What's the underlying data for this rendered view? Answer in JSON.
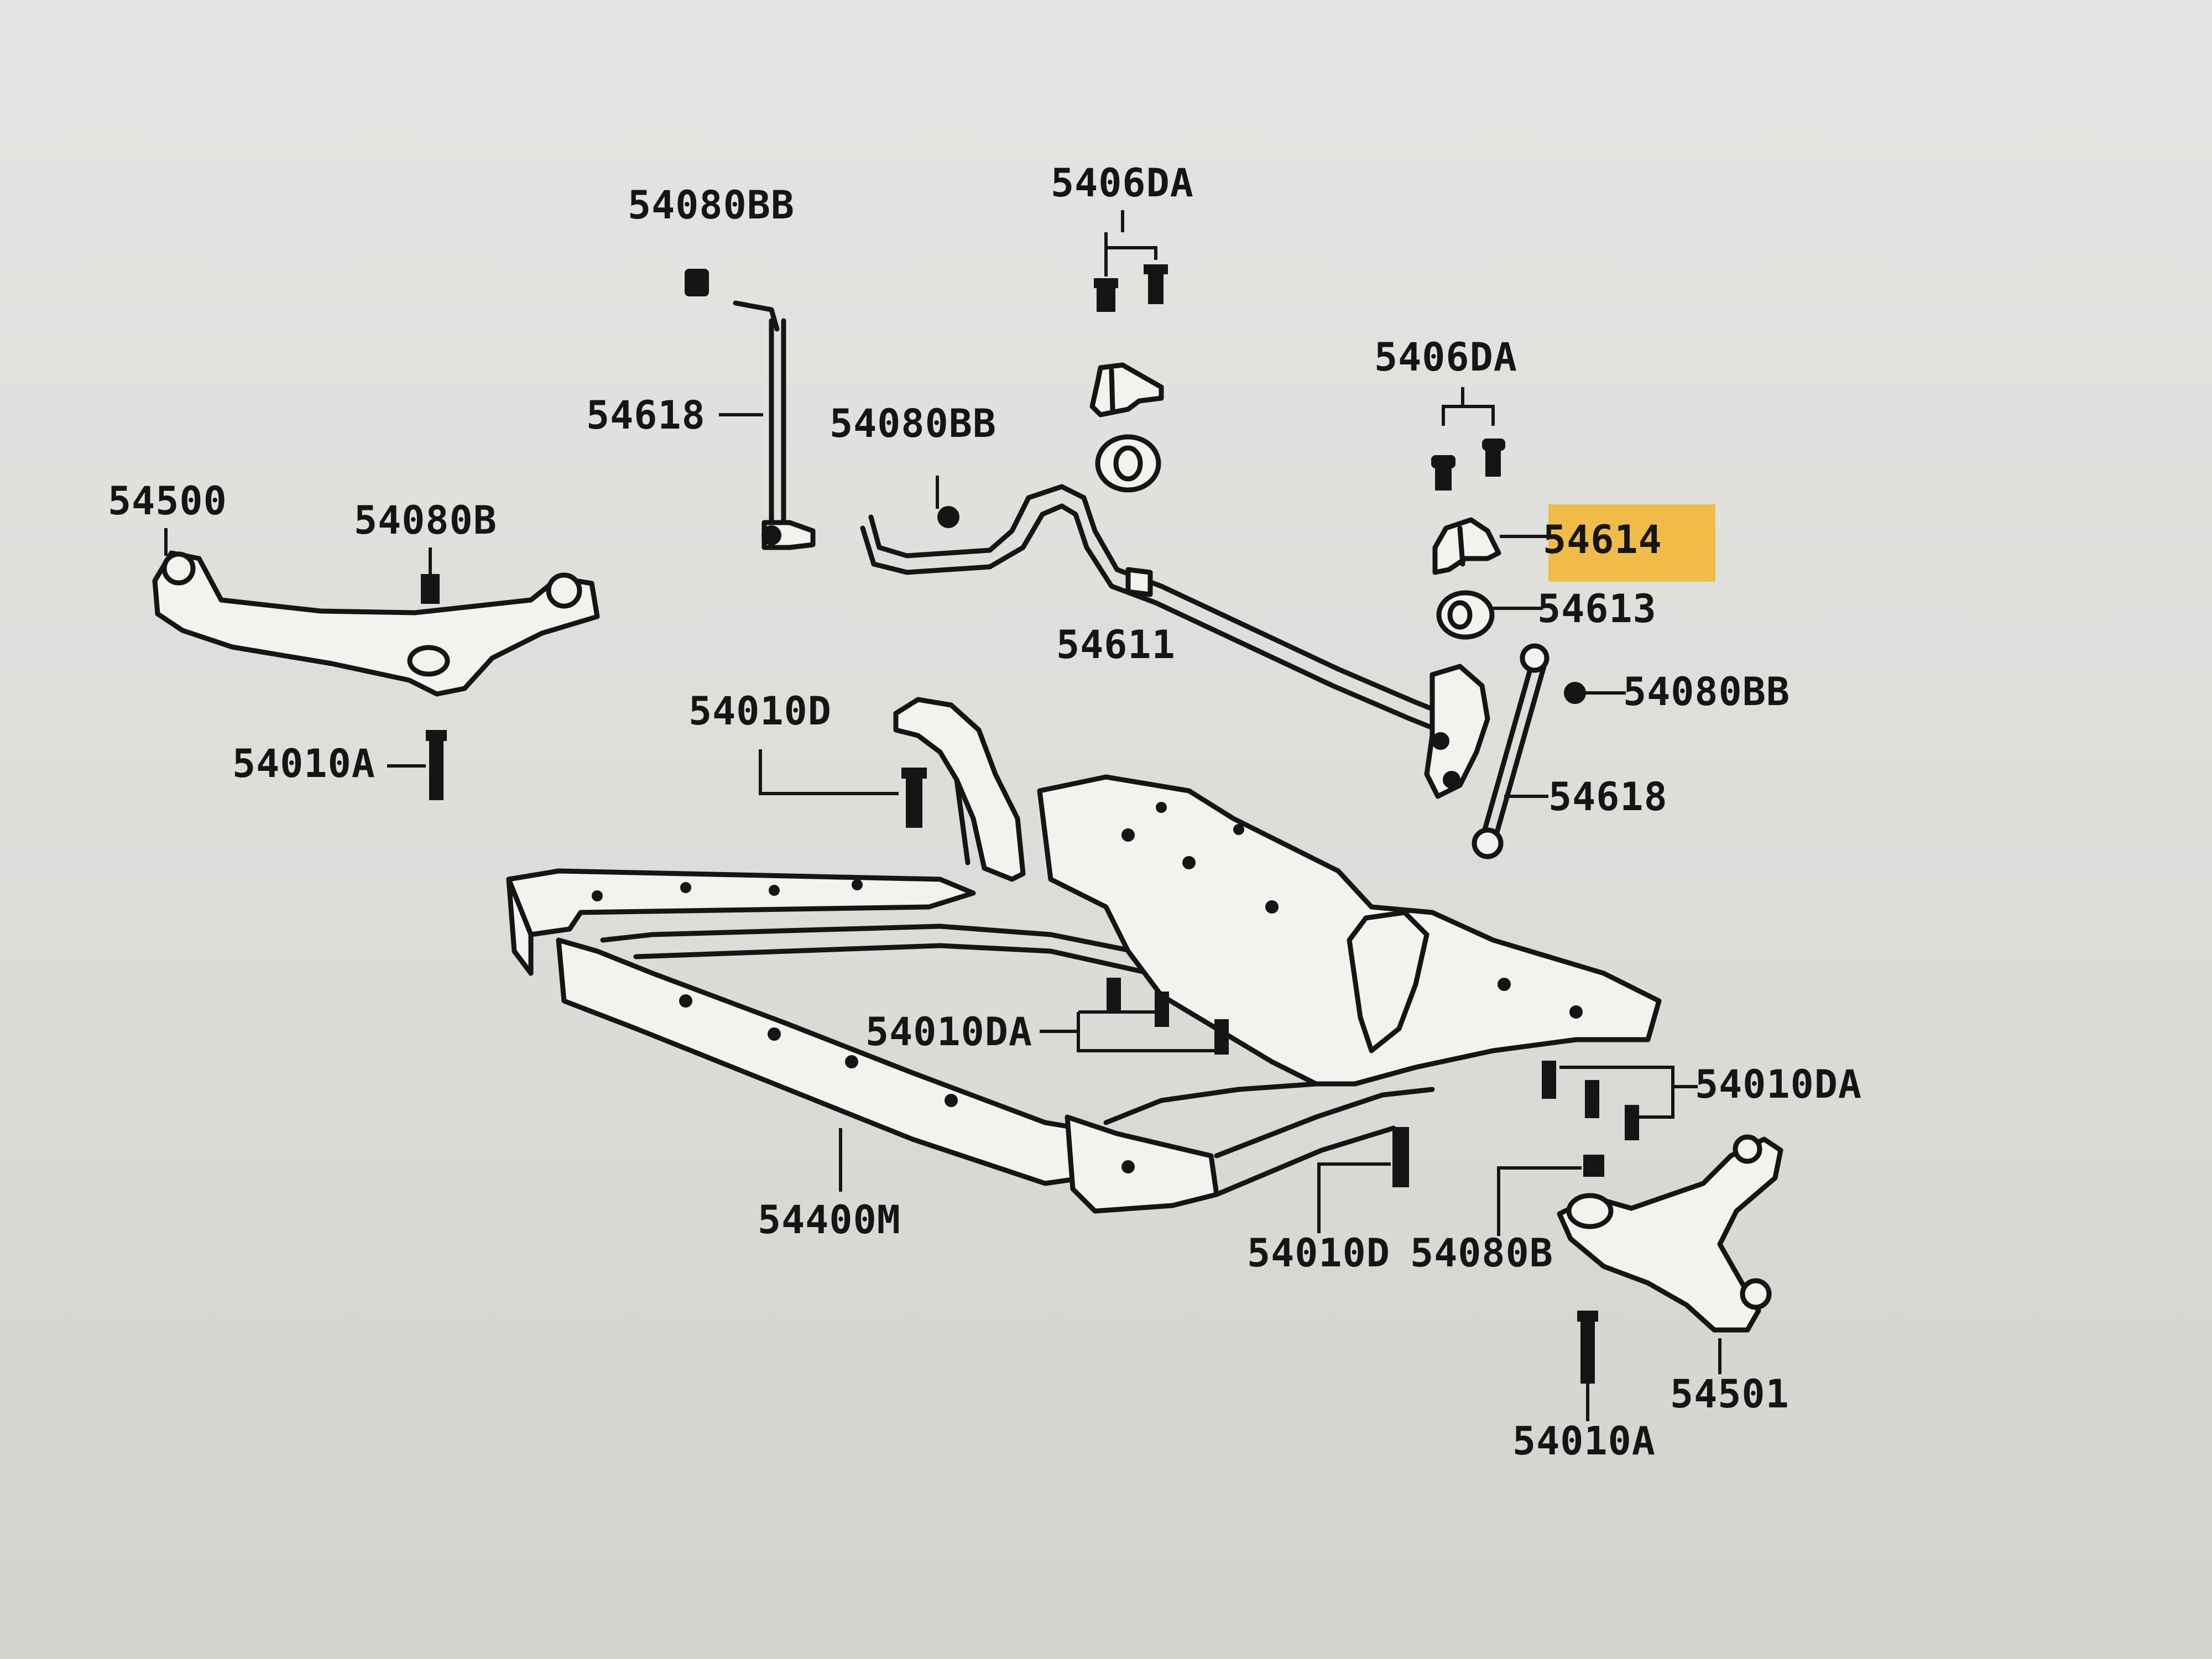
{
  "colors": {
    "background": "#dcdcd8",
    "ink": "#151515",
    "highlight": "#f2b631"
  },
  "labels": {
    "bolt_top": "54080BB",
    "bolt_mid": "54080BB",
    "bolt_right": "54080BB",
    "clamp_top": "5406DA",
    "clamp_right": "5406DA",
    "link_left": "54618",
    "link_right": "54618",
    "arm_left": "54500",
    "arm_left_bolt": "54080B",
    "arm_left_bolt_lower": "54010A",
    "bracket_highlighted": "54614",
    "bushing": "54613",
    "stabilizer_bar": "54611",
    "bolt_member_top": "54010D",
    "bolts_member_center": "54010DA",
    "bolts_member_right": "54010DA",
    "member": "54400M",
    "bolt_member_bottom": "54010D",
    "arm_right_bolt": "54080B",
    "arm_right": "54501",
    "arm_right_bolt_lower": "54010A"
  }
}
